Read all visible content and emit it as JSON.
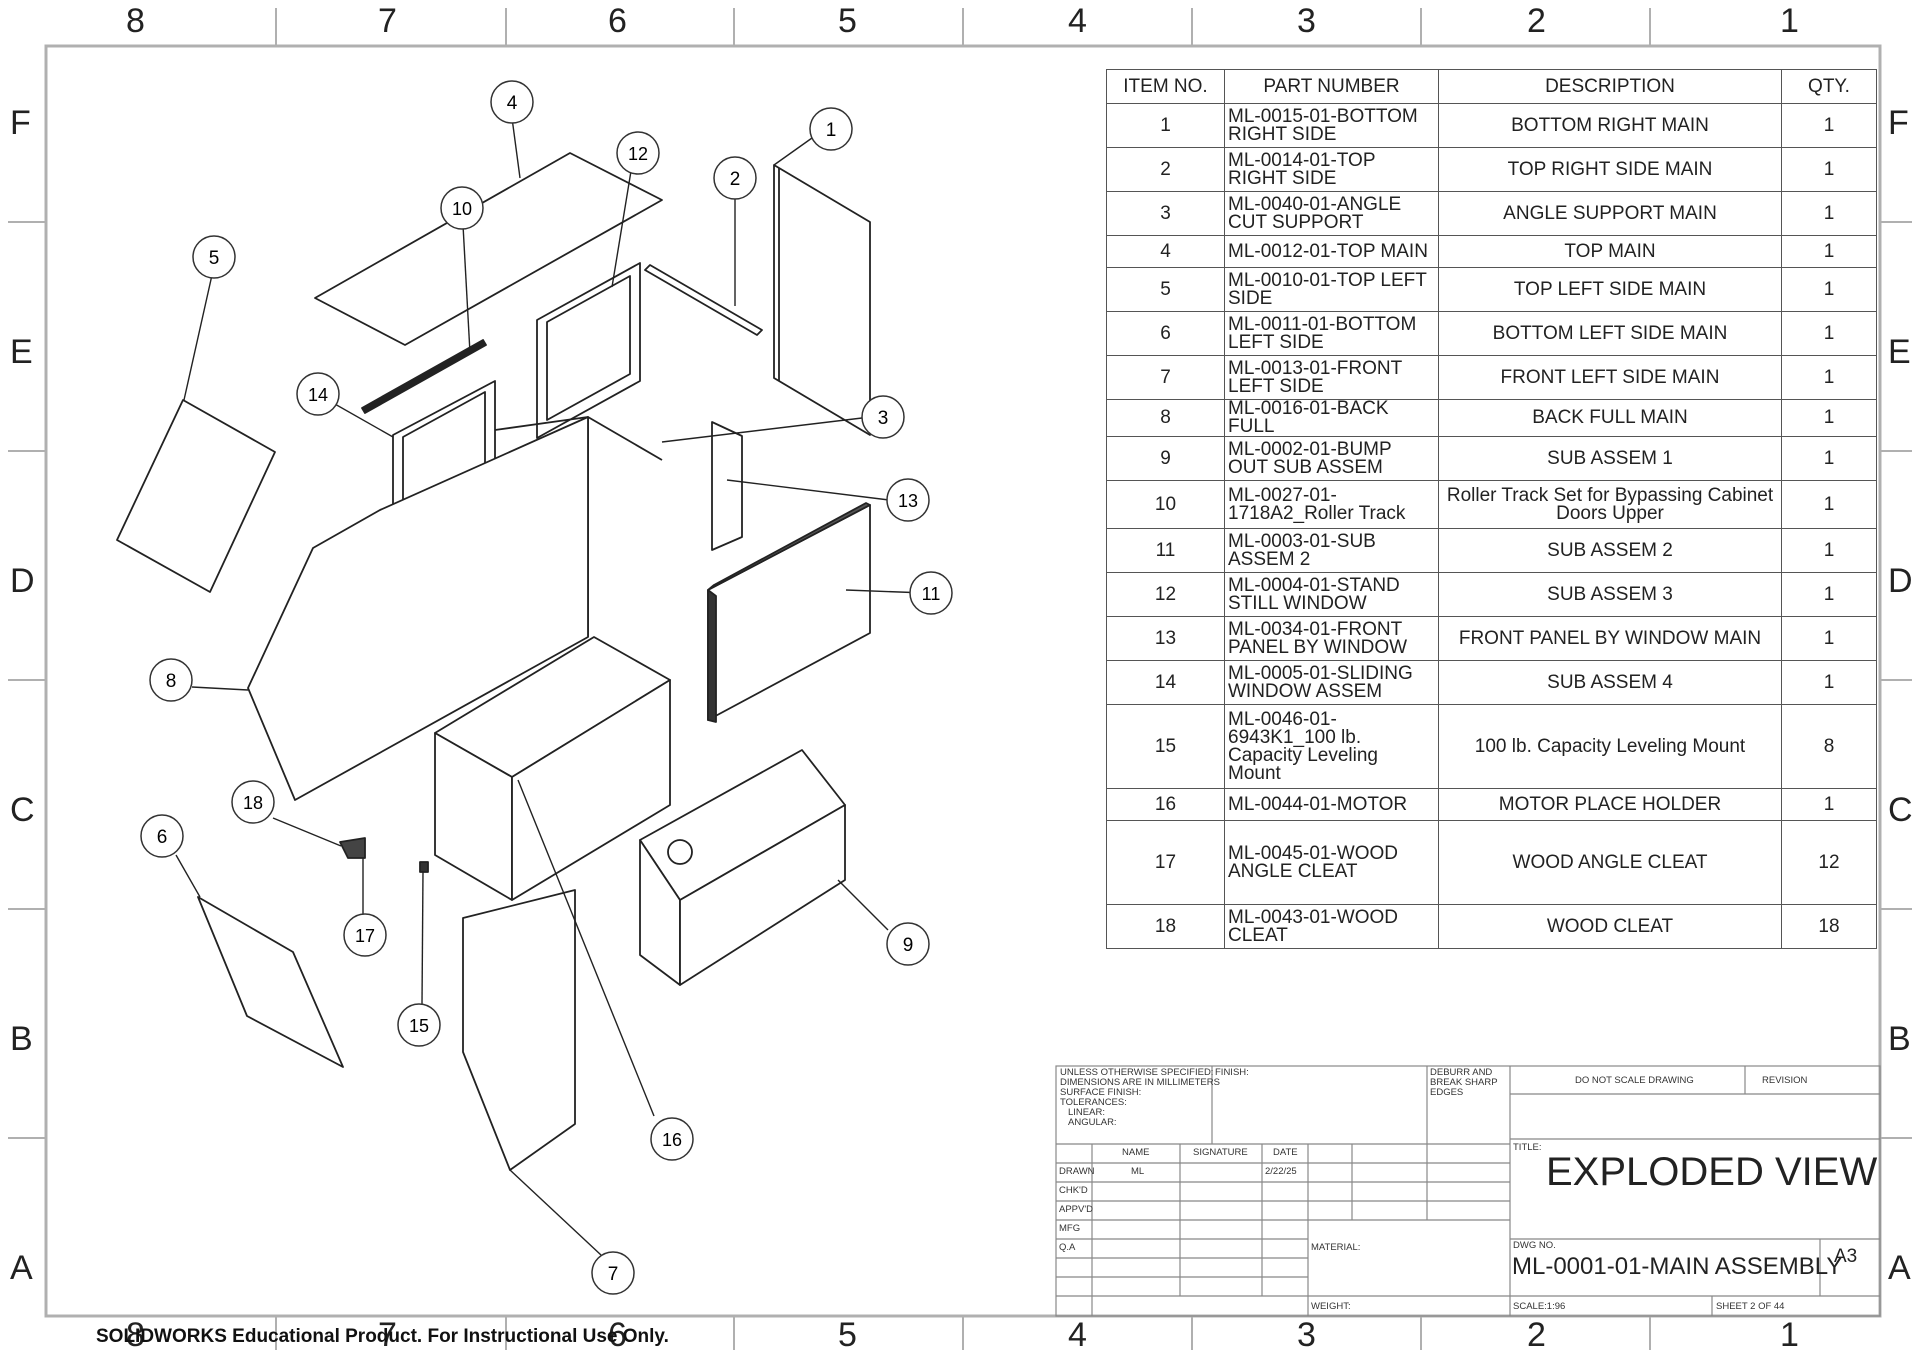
{
  "zones": {
    "columns": [
      "8",
      "7",
      "6",
      "5",
      "4",
      "3",
      "2",
      "1"
    ],
    "rows": [
      "F",
      "E",
      "D",
      "C",
      "B",
      "A"
    ]
  },
  "bom": {
    "headers": [
      "ITEM NO.",
      "PART NUMBER",
      "DESCRIPTION",
      "QTY."
    ],
    "rows": [
      {
        "item": "1",
        "part": "ML-0015-01-BOTTOM RIGHT SIDE",
        "desc": "BOTTOM RIGHT MAIN",
        "qty": "1"
      },
      {
        "item": "2",
        "part": "ML-0014-01-TOP RIGHT SIDE",
        "desc": "TOP RIGHT SIDE MAIN",
        "qty": "1"
      },
      {
        "item": "3",
        "part": "ML-0040-01-ANGLE CUT SUPPORT",
        "desc": "ANGLE SUPPORT MAIN",
        "qty": "1"
      },
      {
        "item": "4",
        "part": "ML-0012-01-TOP MAIN",
        "desc": "TOP MAIN",
        "qty": "1"
      },
      {
        "item": "5",
        "part": "ML-0010-01-TOP LEFT SIDE",
        "desc": "TOP LEFT SIDE MAIN",
        "qty": "1"
      },
      {
        "item": "6",
        "part": "ML-0011-01-BOTTOM LEFT SIDE",
        "desc": "BOTTOM LEFT SIDE MAIN",
        "qty": "1"
      },
      {
        "item": "7",
        "part": "ML-0013-01-FRONT LEFT SIDE",
        "desc": "FRONT LEFT SIDE MAIN",
        "qty": "1"
      },
      {
        "item": "8",
        "part": "ML-0016-01-BACK FULL",
        "desc": "BACK FULL MAIN",
        "qty": "1"
      },
      {
        "item": "9",
        "part": "ML-0002-01-BUMP OUT SUB ASSEM",
        "desc": "SUB ASSEM 1",
        "qty": "1"
      },
      {
        "item": "10",
        "part": "ML-0027-01-1718A2_Roller Track",
        "desc": "Roller Track Set for Bypassing Cabinet Doors Upper",
        "qty": "1"
      },
      {
        "item": "11",
        "part": "ML-0003-01-SUB ASSEM 2",
        "desc": "SUB ASSEM 2",
        "qty": "1"
      },
      {
        "item": "12",
        "part": "ML-0004-01-STAND STILL WINDOW",
        "desc": "SUB ASSEM 3",
        "qty": "1"
      },
      {
        "item": "13",
        "part": "ML-0034-01-FRONT PANEL BY WINDOW",
        "desc": "FRONT PANEL BY WINDOW MAIN",
        "qty": "1"
      },
      {
        "item": "14",
        "part": "ML-0005-01-SLIDING WINDOW ASSEM",
        "desc": "SUB ASSEM 4",
        "qty": "1"
      },
      {
        "item": "15",
        "part": "ML-0046-01-6943K1_100 lb. Capacity Leveling Mount",
        "desc": "100 lb. Capacity Leveling Mount",
        "qty": "8"
      },
      {
        "item": "16",
        "part": "ML-0044-01-MOTOR",
        "desc": "MOTOR PLACE HOLDER",
        "qty": "1"
      },
      {
        "item": "17",
        "part": "ML-0045-01-WOOD ANGLE CLEAT",
        "desc": "WOOD ANGLE CLEAT",
        "qty": "12"
      },
      {
        "item": "18",
        "part": "ML-0043-01-WOOD CLEAT",
        "desc": "WOOD CLEAT",
        "qty": "18"
      }
    ]
  },
  "balloons": [
    "1",
    "2",
    "3",
    "4",
    "5",
    "6",
    "7",
    "8",
    "9",
    "10",
    "11",
    "12",
    "13",
    "14",
    "15",
    "16",
    "17",
    "18"
  ],
  "title_block": {
    "unless_specified": [
      "UNLESS OTHERWISE SPECIFIED:",
      "DIMENSIONS ARE IN MILLIMETERS",
      "SURFACE FINISH:",
      "TOLERANCES:",
      "   LINEAR:",
      "   ANGULAR:"
    ],
    "finish_label": "FINISH:",
    "deburr": [
      "DEBURR AND",
      "BREAK SHARP",
      "EDGES"
    ],
    "do_not_scale": "DO NOT SCALE DRAWING",
    "revision_label": "REVISION",
    "col_name": "NAME",
    "col_signature": "SIGNATURE",
    "col_date": "DATE",
    "row_drawn": "DRAWN",
    "row_chkd": "CHK'D",
    "row_appvd": "APPV'D",
    "row_mfg": "MFG",
    "row_qa": "Q.A",
    "drawn_name": "ML",
    "drawn_date": "2/22/25",
    "material_label": "MATERIAL:",
    "weight_label": "WEIGHT:",
    "title_label": "TITLE:",
    "title": "EXPLODED VIEW",
    "dwg_no_label": "DWG NO.",
    "dwg_no": "ML-0001-01-MAIN ASSEMBLY",
    "size": "A3",
    "scale": "SCALE:1:96",
    "sheet": "SHEET 2 OF 44"
  },
  "watermark": "SOLIDWORKS Educational Product. For Instructional Use Only."
}
